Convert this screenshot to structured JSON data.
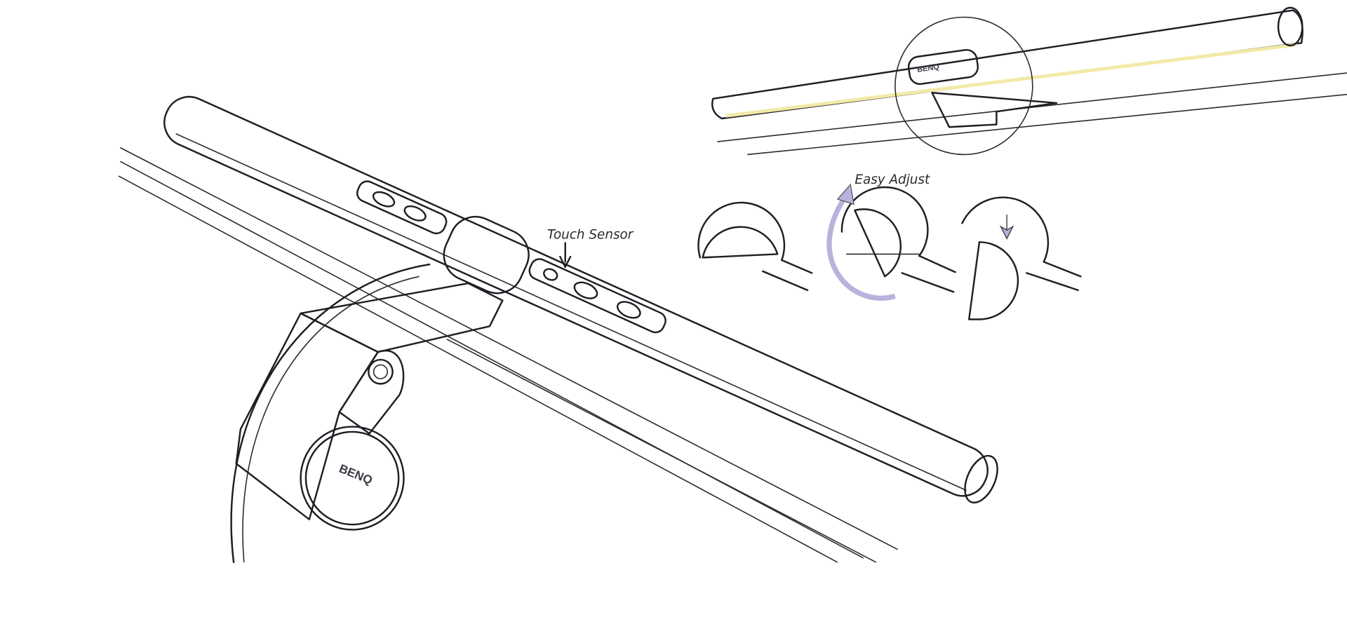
{
  "sketch": {
    "annotations": {
      "touch_sensor": "Touch Sensor",
      "easy_adjust": "Easy Adjust"
    },
    "logo": "BENQ",
    "colors": {
      "bar_fill": "#dfe2f2",
      "bar_shade": "#b9bfd8",
      "knob_fill": "#b7bccb",
      "arrow_purple": "#b8b3dd",
      "led_strip": "#f3e9a8",
      "ink": "#1e1e24"
    }
  }
}
